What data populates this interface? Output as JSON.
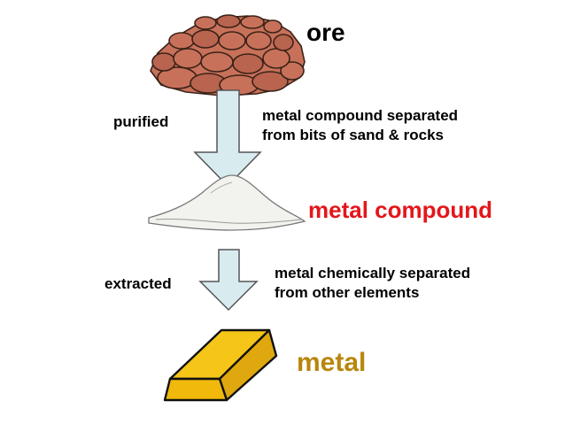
{
  "stages": {
    "ore": {
      "label": "ore",
      "color": "#000000",
      "icon": "ore-rocks-icon"
    },
    "compound": {
      "label": "metal compound",
      "color": "#e3161b",
      "icon": "powder-pile-icon"
    },
    "metal": {
      "label": "metal",
      "color": "#b8860b",
      "icon": "gold-ingot-icon"
    }
  },
  "steps": [
    {
      "process": "purified",
      "description": [
        "metal compound separated",
        "from bits of sand & rocks"
      ]
    },
    {
      "process": "extracted",
      "description": [
        "metal chemically separated",
        "from other elements"
      ]
    }
  ],
  "colors": {
    "arrow_fill": "#d8ecf0",
    "arrow_stroke": "#555555",
    "rock": "#c8715a",
    "gold": "#f5c518"
  }
}
